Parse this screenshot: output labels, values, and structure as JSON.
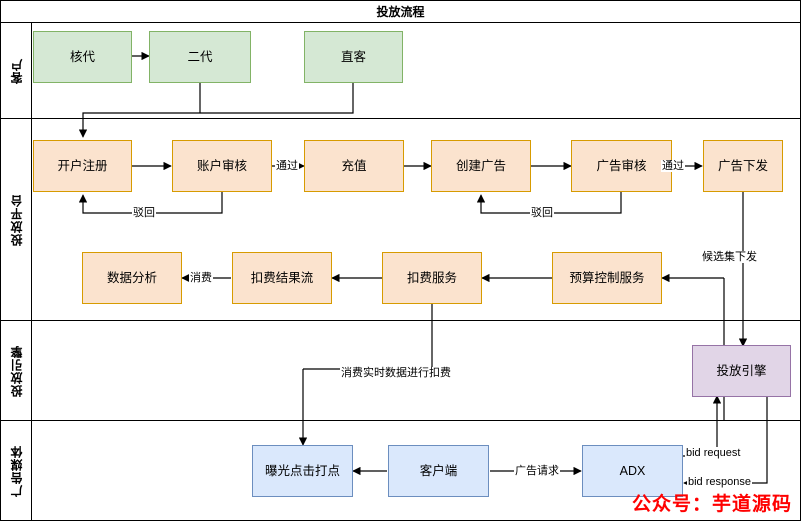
{
  "diagram": {
    "title": "投放流程",
    "watermark": "公众号：芋道源码",
    "colors": {
      "green_fill": "#d5e8d4",
      "green_stroke": "#82b366",
      "orange_fill": "#fbe3ce",
      "orange_stroke": "#d79b00",
      "purple_fill": "#e1d5e7",
      "purple_stroke": "#9673a6",
      "blue_fill": "#dae8fc",
      "blue_stroke": "#6c8ebf",
      "edge_stroke": "#000000",
      "watermark_color": "#ff0000"
    }
  },
  "lanes": [
    {
      "label": "客户"
    },
    {
      "label": "投放平台"
    },
    {
      "label": "投放引擎"
    },
    {
      "label": "广告媒体"
    }
  ],
  "nodes": {
    "customer": [
      {
        "label": "核代"
      },
      {
        "label": "二代"
      },
      {
        "label": "直客"
      }
    ],
    "platform_row1": [
      {
        "label": "开户注册"
      },
      {
        "label": "账户审核"
      },
      {
        "label": "充值"
      },
      {
        "label": "创建广告"
      },
      {
        "label": "广告审核"
      },
      {
        "label": "广告下发"
      }
    ],
    "platform_row2": [
      {
        "label": "数据分析"
      },
      {
        "label": "扣费结果流"
      },
      {
        "label": "扣费服务"
      },
      {
        "label": "预算控制服务"
      }
    ],
    "engine": [
      {
        "label": "投放引擎"
      }
    ],
    "media": [
      {
        "label": "曝光点击打点"
      },
      {
        "label": "客户端"
      },
      {
        "label": "ADX"
      }
    ]
  },
  "edge_labels": {
    "pass_1": "通过",
    "pass_2": "通过",
    "reject_1": "驳回",
    "reject_2": "驳回",
    "consume": "消费",
    "candidate_dispatch": "候选集下发",
    "realtime_billing": "消费实时数据进行扣费",
    "ad_request": "广告请求",
    "bid_request": "bid request",
    "bid_response": "bid response"
  }
}
